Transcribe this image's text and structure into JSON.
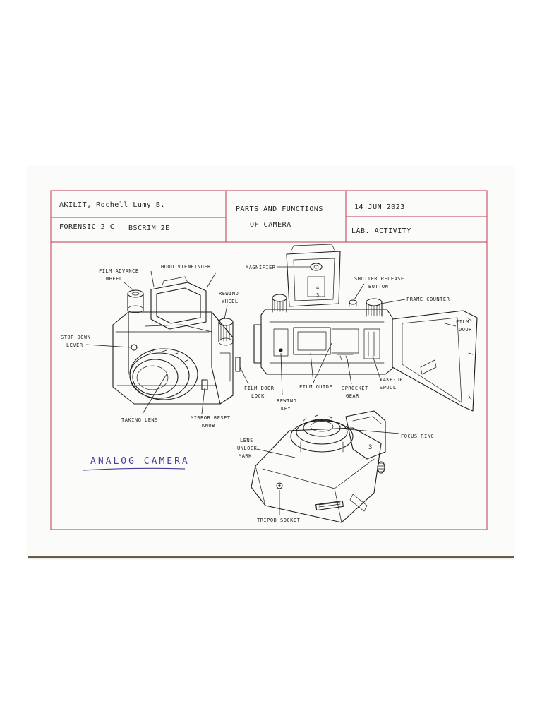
{
  "header": {
    "student_name": "AKILIT, Rochell Lumy B.",
    "course_section": "FORENSIC 2 C",
    "course_code": "BSCRIM 2E",
    "title_line1": "PARTS AND FUNCTIONS",
    "title_line2": "OF CAMERA",
    "date": "14 JUN 2023",
    "activity": "LAB. ACTIVITY"
  },
  "drawing_title": "ANALOG CAMERA",
  "labels": {
    "film_advance_wheel_1": "FILM ADVANCE",
    "film_advance_wheel_2": "WHEEL",
    "hood_viewfinder": "HOOD VIEWFINDER",
    "rewind_wheel_1": "REWIND",
    "rewind_wheel_2": "WHEEL",
    "stop_down_lever_1": "STOP DOWN",
    "stop_down_lever_2": "LEVER",
    "taking_lens": "TAKING LENS",
    "mirror_reset_knob_1": "MIRROR RESET",
    "mirror_reset_knob_2": "KNOB",
    "film_door_lock_1": "FILM DOOR",
    "film_door_lock_2": "LOCK",
    "magnifier": "MAGNIFIER",
    "shutter_release_button_1": "SHUTTER RELEASE",
    "shutter_release_button_2": "BUTTON",
    "frame_counter": "FRAME COUNTER",
    "film_door_1": "FILM",
    "film_door_2": "DOOR",
    "rewind_key_1": "REWIND",
    "rewind_key_2": "KEY",
    "film_guide": "FILM GUIDE",
    "sprocket_gear_1": "SPROCKET",
    "sprocket_gear_2": "GEAR",
    "take_up_spool_1": "TAKE-UP",
    "take_up_spool_2": "SPOOL",
    "focus_ring": "FOCUS RING",
    "lens_unlock_mark_1": "LENS",
    "lens_unlock_mark_2": "UNLOCK",
    "lens_unlock_mark_3": "MARK",
    "tripod_socket": "TRIPOD SOCKET"
  },
  "counter_digits": [
    "4",
    "3"
  ],
  "body_digit": "3",
  "colors": {
    "frame_border": "#c23a4e",
    "ink": "#1d1d1d",
    "title_ink": "#4a3f9a"
  }
}
